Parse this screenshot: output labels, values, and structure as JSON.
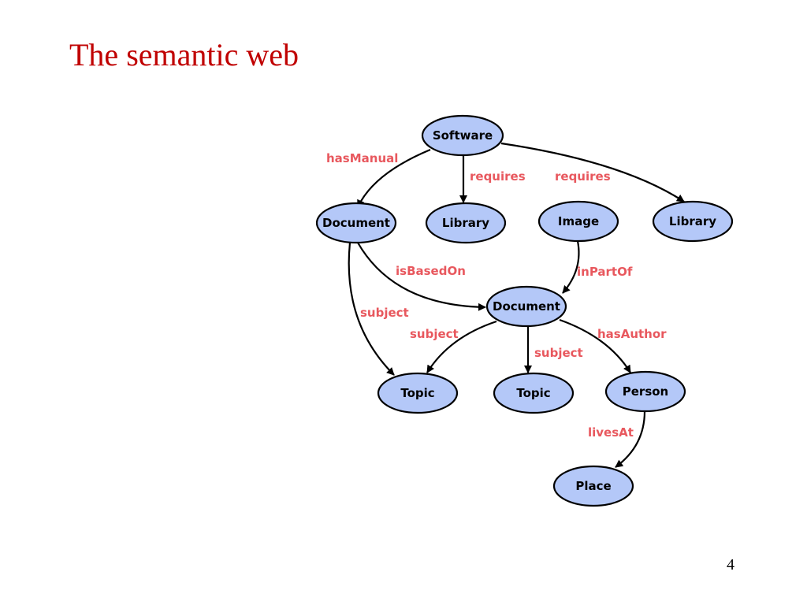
{
  "slide": {
    "title": "The semantic web",
    "page_number": "4"
  },
  "colors": {
    "title": "#c00000",
    "node_fill": "#b4c8f8",
    "node_stroke": "#000000",
    "edge_label": "#e8585e"
  },
  "diagram": {
    "nodes": {
      "software": "Software",
      "document_1": "Document",
      "library_1": "Library",
      "image": "Image",
      "library_2": "Library",
      "document_2": "Document",
      "topic_1": "Topic",
      "topic_2": "Topic",
      "person": "Person",
      "place": "Place"
    },
    "edges": {
      "software_document_1": "hasManual",
      "software_library_1": "requires",
      "software_library_2": "requires",
      "document_1_document_2": "isBasedOn",
      "image_document_2": "inPartOf",
      "document_1_topic_1": "subject",
      "document_2_topic_1": "subject",
      "document_2_topic_2": "subject",
      "document_2_person": "hasAuthor",
      "person_place": "livesAt"
    }
  }
}
